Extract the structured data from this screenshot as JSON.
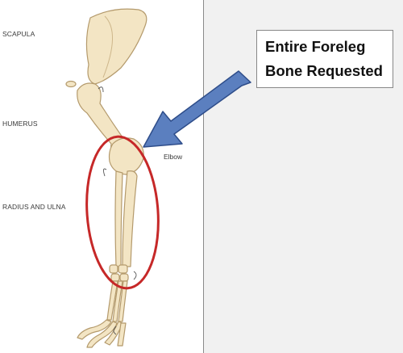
{
  "labels": {
    "scapula": "SCAPULA",
    "humerus": "HUMERUS",
    "radius_ulna": "RADIUS AND ULNA",
    "elbow": "Elbow"
  },
  "callout": {
    "line1": "Entire Foreleg",
    "line2": "Bone Requested"
  },
  "colors": {
    "bone_fill": "#f3e5c4",
    "bone_stroke": "#b49a6c",
    "ellipse": "#c62828",
    "arrow_fill": "#5b7fbf",
    "arrow_stroke": "#2e4d8a"
  },
  "icons": {
    "arrow": "arrow-pointing-left-down-icon",
    "highlight": "red-ellipse-highlight"
  }
}
